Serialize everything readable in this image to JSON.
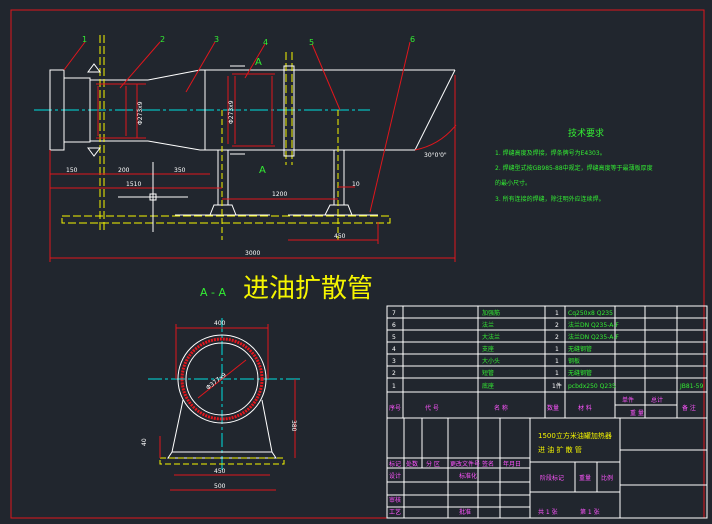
{
  "drawing": {
    "balloons": [
      "1",
      "2",
      "3",
      "4",
      "5",
      "6"
    ],
    "dimensions": {
      "d150": "150",
      "d200": "200",
      "d350": "350",
      "d1510": "1510",
      "d1200": "1200",
      "d10": "10",
      "d450": "450",
      "d3000": "3000",
      "dia_left": "Φ273x9",
      "dia_mid": "Φ273x9",
      "angle": "30°0'0\"",
      "sec_width": "400",
      "sec_dia": "Φ377x9",
      "sec_height": "380",
      "sec_side": "40",
      "sec_base1": "450",
      "sec_base2": "500"
    },
    "section_letter_top": "A",
    "section_letter_bottom": "A",
    "section_label": "A - A",
    "title": "进油扩散管",
    "tech_req": {
      "title": "技术要求",
      "items": [
        "1.  焊缝高度及焊接，焊条牌号为E4303。",
        "2.  焊缝型式按GB985-88中规定，焊缝高度等于最薄板厚度",
        "    的最小尺寸。",
        "3.  所有连接的焊缝，除注明外应连续焊。"
      ]
    }
  },
  "bom": {
    "rows": [
      {
        "no": "7",
        "code": "",
        "name": "加强筋",
        "qty": "1",
        "material": "Cq250x8  Q235",
        "weight": "",
        "note": ""
      },
      {
        "no": "6",
        "code": "",
        "name": "法兰",
        "qty": "2",
        "material": "法兰DN Q235-A-F",
        "weight": "",
        "note": ""
      },
      {
        "no": "5",
        "code": "",
        "name": "大法兰",
        "qty": "2",
        "material": "法兰DN Q235-A-F",
        "weight": "",
        "note": ""
      },
      {
        "no": "4",
        "code": "",
        "name": "支座",
        "qty": "1",
        "material": "无缝钢管",
        "weight": "",
        "note": ""
      },
      {
        "no": "3",
        "code": "",
        "name": "大小头",
        "qty": "1",
        "material": "钢板",
        "weight": "",
        "note": ""
      },
      {
        "no": "2",
        "code": "",
        "name": "短管",
        "qty": "1",
        "material": "无缝钢管",
        "weight": "",
        "note": ""
      },
      {
        "no": "1",
        "code": "",
        "name": "底座",
        "qty": "1件",
        "material": "pcbdx250  Q235",
        "weight": "",
        "note": "JB81-59"
      }
    ],
    "header": {
      "no": "序号",
      "code": "代  号",
      "name": "名  称",
      "qty": "数量",
      "material": "材  料",
      "single": "单件",
      "total": "总计",
      "weight": "重  量",
      "note": "备  注"
    },
    "title_block": {
      "project": "1500立方米油罐加热器",
      "drawing_name": "进 油 扩 散 管",
      "marks": "标记",
      "count": "处数",
      "zone": "分  区",
      "change_no": "更改文件号",
      "sign": "签名",
      "date": "年月日",
      "design": "设计",
      "standard": "标准化",
      "stage": "阶段标记",
      "weight": "重量",
      "scale": "比例",
      "review": "审核",
      "process": "工艺",
      "approve": "批准",
      "total_sheets": "共 1 张",
      "sheet": "第 1 张"
    }
  },
  "colors": {
    "bg": "#21262e",
    "frame": "#e0161c",
    "white": "#ffffff",
    "yellow": "#f5f500",
    "cyan": "#00e0e0",
    "red": "#e0161c",
    "green": "#33ee33",
    "magenta": "#ff55ff"
  }
}
